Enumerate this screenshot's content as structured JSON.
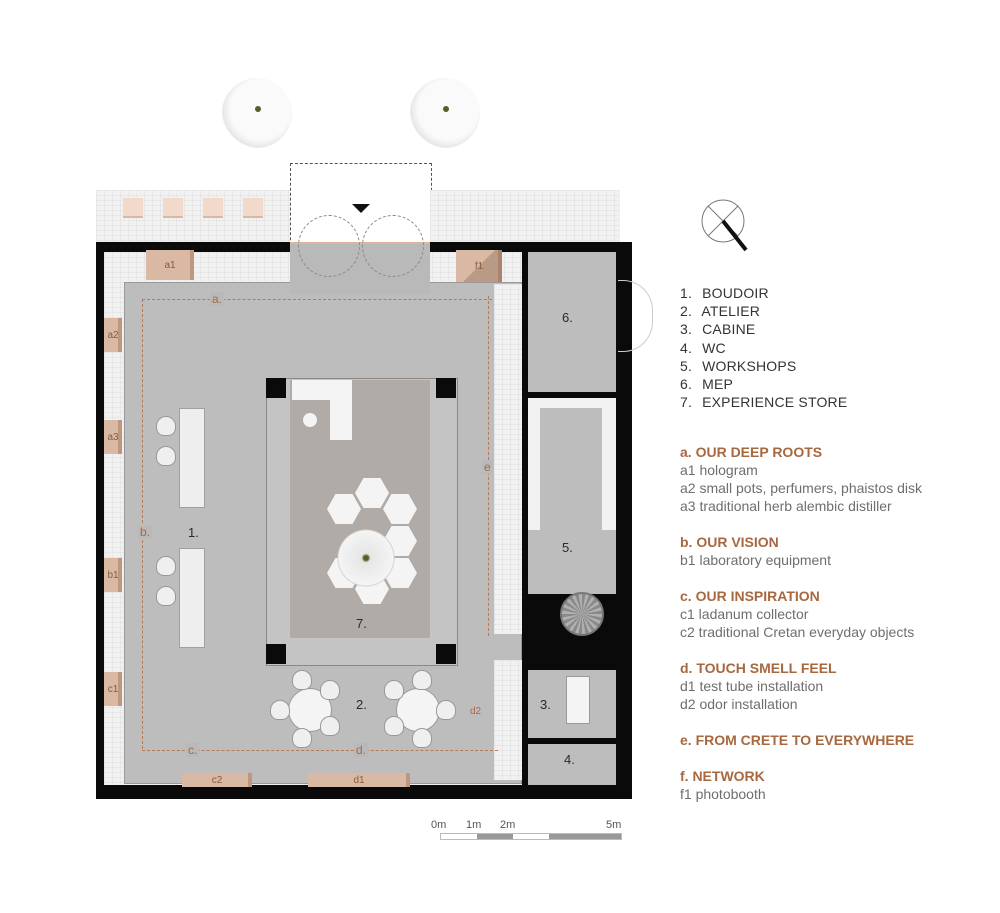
{
  "plan": {
    "rooms": [
      {
        "num": "1.",
        "name": "BOUDOIR"
      },
      {
        "num": "2.",
        "name": "ATELIER"
      },
      {
        "num": "3.",
        "name": "CABINE"
      },
      {
        "num": "4.",
        "name": "WC"
      },
      {
        "num": "5.",
        "name": "WORKSHOPS"
      },
      {
        "num": "6.",
        "name": "MEP"
      },
      {
        "num": "7.",
        "name": "EXPERIENCE STORE"
      }
    ],
    "zone_markers": {
      "a": "a.",
      "b": "b.",
      "c": "c.",
      "d": "d.",
      "e": "e"
    },
    "exhibit_tags": {
      "a1": "a1",
      "a2": "a2",
      "a3": "a3",
      "b1": "b1",
      "c1": "c1",
      "c2": "c2",
      "d1": "d1",
      "d2": "d2",
      "f1": "f1"
    }
  },
  "legend": {
    "rooms": [
      {
        "num": "1.",
        "label": "BOUDOIR"
      },
      {
        "num": "2.",
        "label": "ATELIER"
      },
      {
        "num": "3.",
        "label": "CABINE"
      },
      {
        "num": "4.",
        "label": "WC"
      },
      {
        "num": "5.",
        "label": "WORKSHOPS"
      },
      {
        "num": "6.",
        "label": "MEP"
      },
      {
        "num": "7.",
        "label": "EXPERIENCE STORE"
      }
    ],
    "zones": [
      {
        "title": "a.  OUR DEEP ROOTS",
        "items": [
          "a1  hologram",
          "a2  small pots, perfumers, phaistos disk",
          "a3  traditional herb alembic distiller"
        ]
      },
      {
        "title": "b.  OUR VISION",
        "items": [
          "b1 laboratory equipment"
        ]
      },
      {
        "title": "c.  OUR INSPIRATION",
        "items": [
          "c1 ladanum collector",
          "c2 traditional Cretan everyday objects"
        ]
      },
      {
        "title": "d.  TOUCH  SMELL  FEEL",
        "items": [
          "d1 test tube installation",
          "d2 odor installation"
        ]
      },
      {
        "title": "e.  FROM CRETE TO EVERYWHERE",
        "items": []
      },
      {
        "title": "f.  NETWORK",
        "items": [
          "f1 photobooth"
        ]
      }
    ]
  },
  "scale_bar": {
    "labels": [
      "0m",
      "1m",
      "2m",
      "5m"
    ]
  },
  "colors": {
    "accent": "#a8683f",
    "wall": "#0a0a0a",
    "floor": "#b9b9b9",
    "exhibit": "#d9b8a4",
    "store_floor": "#b0aba6"
  }
}
